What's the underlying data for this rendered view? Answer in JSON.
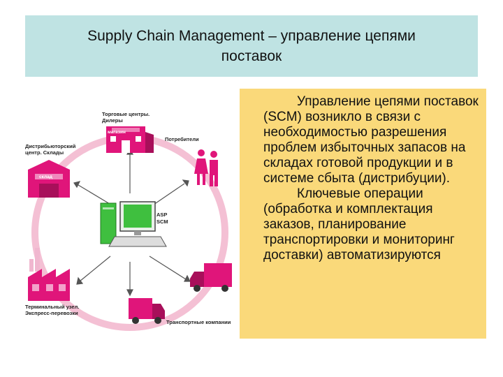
{
  "slide": {
    "title_line1": "Supply Chain Management – управление цепями",
    "title_line2": "поставок"
  },
  "diagram": {
    "label_retail_1": "Торговые центры.",
    "label_retail_2": "Дилеры",
    "label_consumers": "Потребители",
    "label_dc_1": "Дистрибьюторский",
    "label_dc_2": "центр. Склады",
    "label_asp": "ASP",
    "label_scm": "SCM",
    "label_terminal_1": "Терминальный узел.",
    "label_terminal_2": "Экспресс-перевозки",
    "label_transport": "Транспортные компании",
    "sign_retail": "магазин",
    "sign_warehouse": "склад",
    "colors": {
      "accent": "#e0157a",
      "ring": "#f4c0d4",
      "screen": "#3fbf3f"
    }
  },
  "body": {
    "paragraph1": "Управление цепями поставок (SCM) возникло в связи с необходимостью разрешения проблем избыточных запасов на складах готовой продукции и в системе сбыта (дистрибуции).",
    "paragraph2": "Ключевые операции (обработка и комплектация заказов, планирование транспортировки и мониторинг доставки) автоматизируются"
  }
}
